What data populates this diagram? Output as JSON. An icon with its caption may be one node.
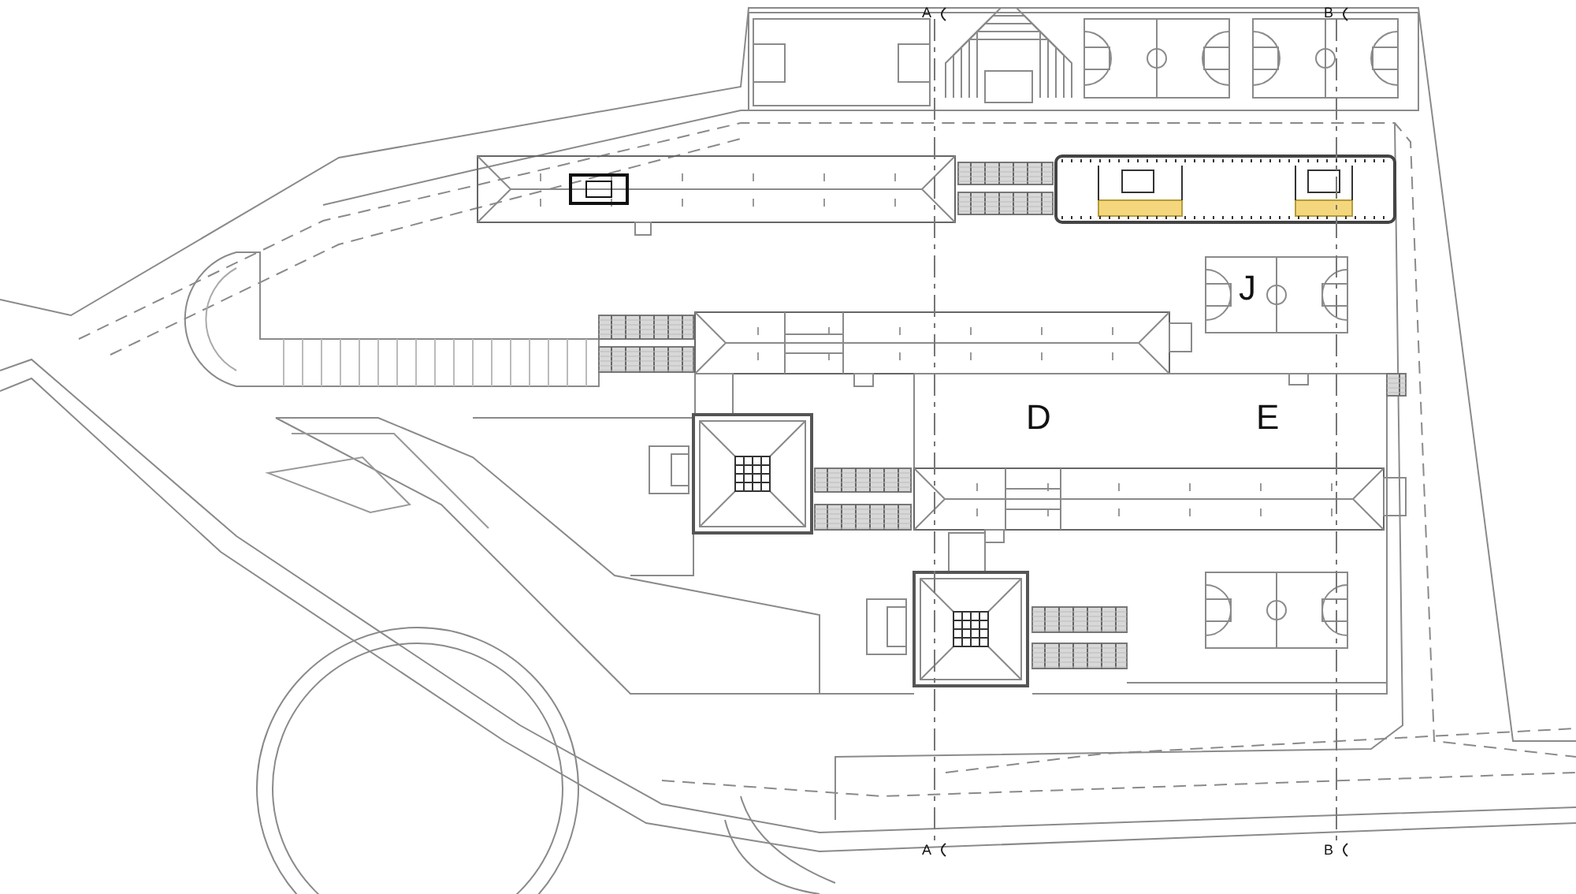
{
  "diagram": {
    "labels": [
      "A",
      "B",
      "J",
      "D",
      "E",
      "A",
      "B"
    ]
  }
}
